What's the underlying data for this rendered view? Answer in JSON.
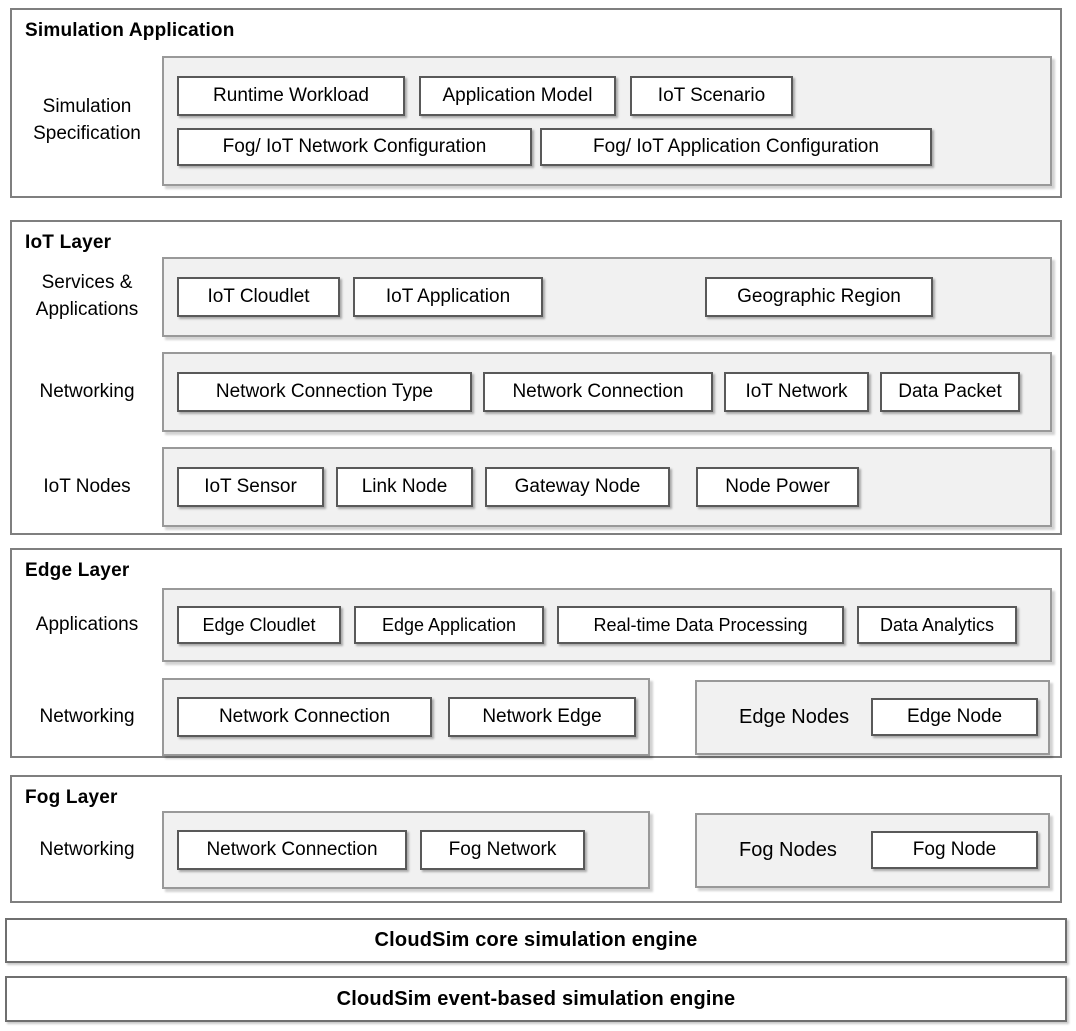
{
  "colors": {
    "background": "#ffffff",
    "section_border": "#7f7f7f",
    "panel_fill": "#f1f1f1",
    "panel_border": "#999999",
    "box_border": "#595959",
    "text": "#000000"
  },
  "layers": [
    {
      "title": "Simulation Application",
      "rows": [
        {
          "label": "Simulation Specification",
          "boxes_top": [
            "Runtime Workload",
            "Application Model",
            "IoT Scenario"
          ],
          "boxes_bottom": [
            "Fog/ IoT Network Configuration",
            "Fog/ IoT Application Configuration"
          ]
        }
      ]
    },
    {
      "title": "IoT Layer",
      "rows": [
        {
          "label": "Services & Applications",
          "boxes": [
            "IoT Cloudlet",
            "IoT Application",
            "Geographic Region"
          ]
        },
        {
          "label": "Networking",
          "boxes": [
            "Network Connection Type",
            "Network Connection",
            "IoT Network",
            "Data Packet"
          ]
        },
        {
          "label": "IoT Nodes",
          "boxes": [
            "IoT Sensor",
            "Link Node",
            "Gateway Node",
            "Node Power"
          ]
        }
      ]
    },
    {
      "title": "Edge Layer",
      "rows": [
        {
          "label": "Applications",
          "boxes": [
            "Edge Cloudlet",
            "Edge Application",
            "Real-time Data Processing",
            "Data Analytics"
          ]
        },
        {
          "label": "Networking",
          "boxes": [
            "Network Connection",
            "Network Edge"
          ],
          "side_panel": {
            "label": "Edge Nodes",
            "boxes": [
              "Edge Node"
            ]
          }
        }
      ]
    },
    {
      "title": "Fog Layer",
      "rows": [
        {
          "label": "Networking",
          "boxes": [
            "Network Connection",
            "Fog Network"
          ],
          "side_panel": {
            "label": "Fog Nodes",
            "boxes": [
              "Fog Node"
            ]
          }
        }
      ]
    }
  ],
  "engine_bars": [
    "CloudSim core simulation engine",
    "CloudSim event-based simulation engine"
  ]
}
